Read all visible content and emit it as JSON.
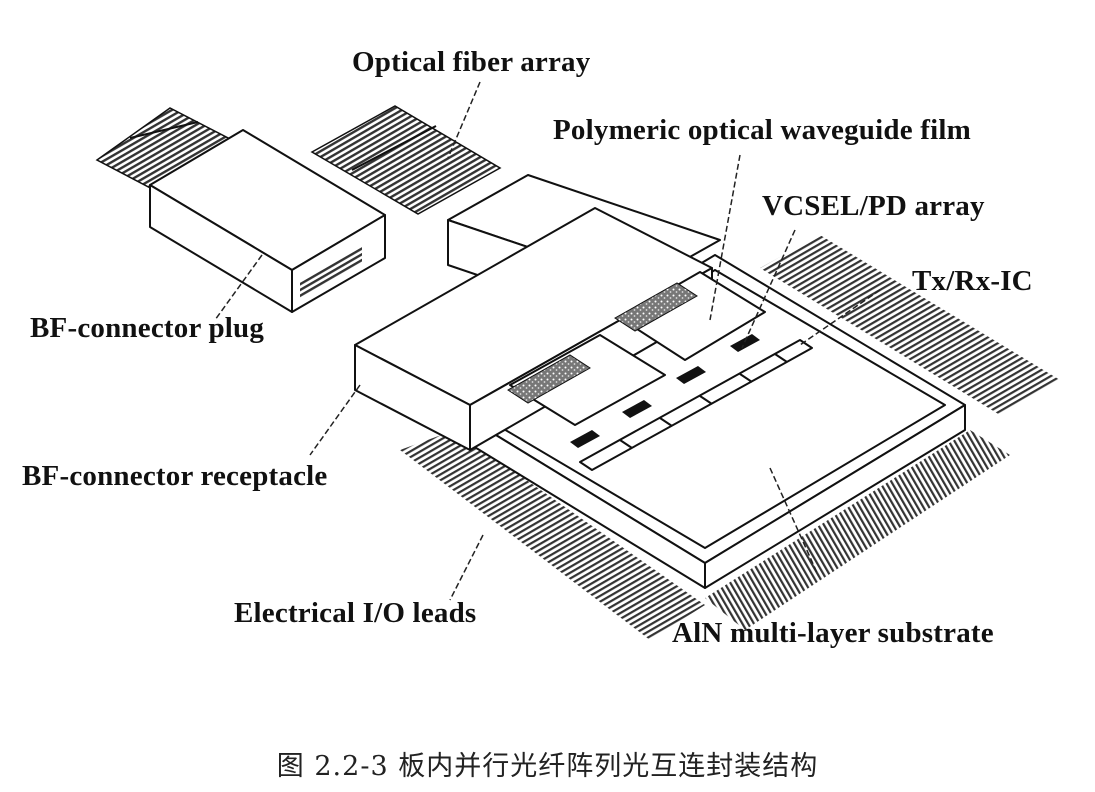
{
  "figure": {
    "labels": {
      "optical_fiber_array": "Optical fiber array",
      "polymeric_waveguide_film": "Polymeric optical waveguide film",
      "vcsel_pd_array": "VCSEL/PD array",
      "tx_rx_ic": "Tx/Rx-IC",
      "bf_connector_plug": "BF-connector plug",
      "bf_connector_receptacle": "BF-connector receptacle",
      "electrical_io_leads": "Electrical  I/O leads",
      "aln_substrate": "AlN multi-layer substrate"
    },
    "caption": "图 2.2-3 板内并行光纤阵列光互连封装结构"
  }
}
